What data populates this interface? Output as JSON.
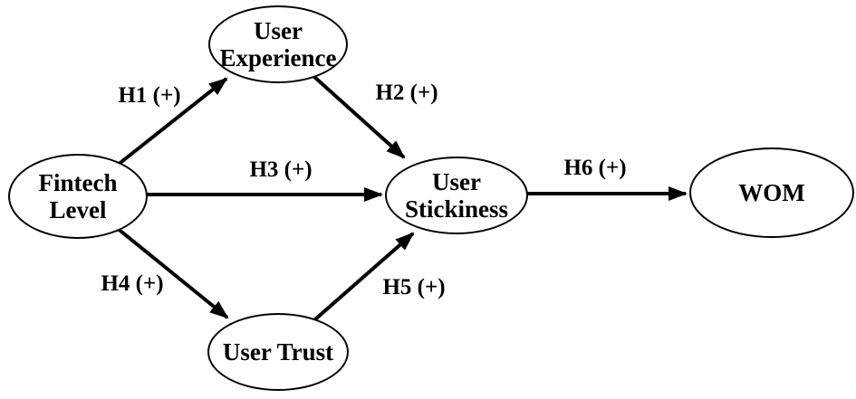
{
  "diagram": {
    "background_color": "#ffffff",
    "line_color": "#000000",
    "nodes": [
      {
        "id": "fintech-level",
        "label": "Fintech\nLevel"
      },
      {
        "id": "user-experience",
        "label": "User\nExperience"
      },
      {
        "id": "user-trust",
        "label": "User Trust"
      },
      {
        "id": "user-stickiness",
        "label": "User\nStickiness"
      },
      {
        "id": "wom",
        "label": "WOM"
      }
    ],
    "edges": [
      {
        "id": "H1",
        "label": "H1 (+)",
        "from": "fintech-level",
        "to": "user-experience"
      },
      {
        "id": "H2",
        "label": "H2 (+)",
        "from": "user-experience",
        "to": "user-stickiness"
      },
      {
        "id": "H3",
        "label": "H3 (+)",
        "from": "fintech-level",
        "to": "user-stickiness"
      },
      {
        "id": "H4",
        "label": "H4 (+)",
        "from": "fintech-level",
        "to": "user-trust"
      },
      {
        "id": "H5",
        "label": "H5 (+)",
        "from": "user-trust",
        "to": "user-stickiness"
      },
      {
        "id": "H6",
        "label": "H6 (+)",
        "from": "user-stickiness",
        "to": "wom"
      }
    ]
  }
}
